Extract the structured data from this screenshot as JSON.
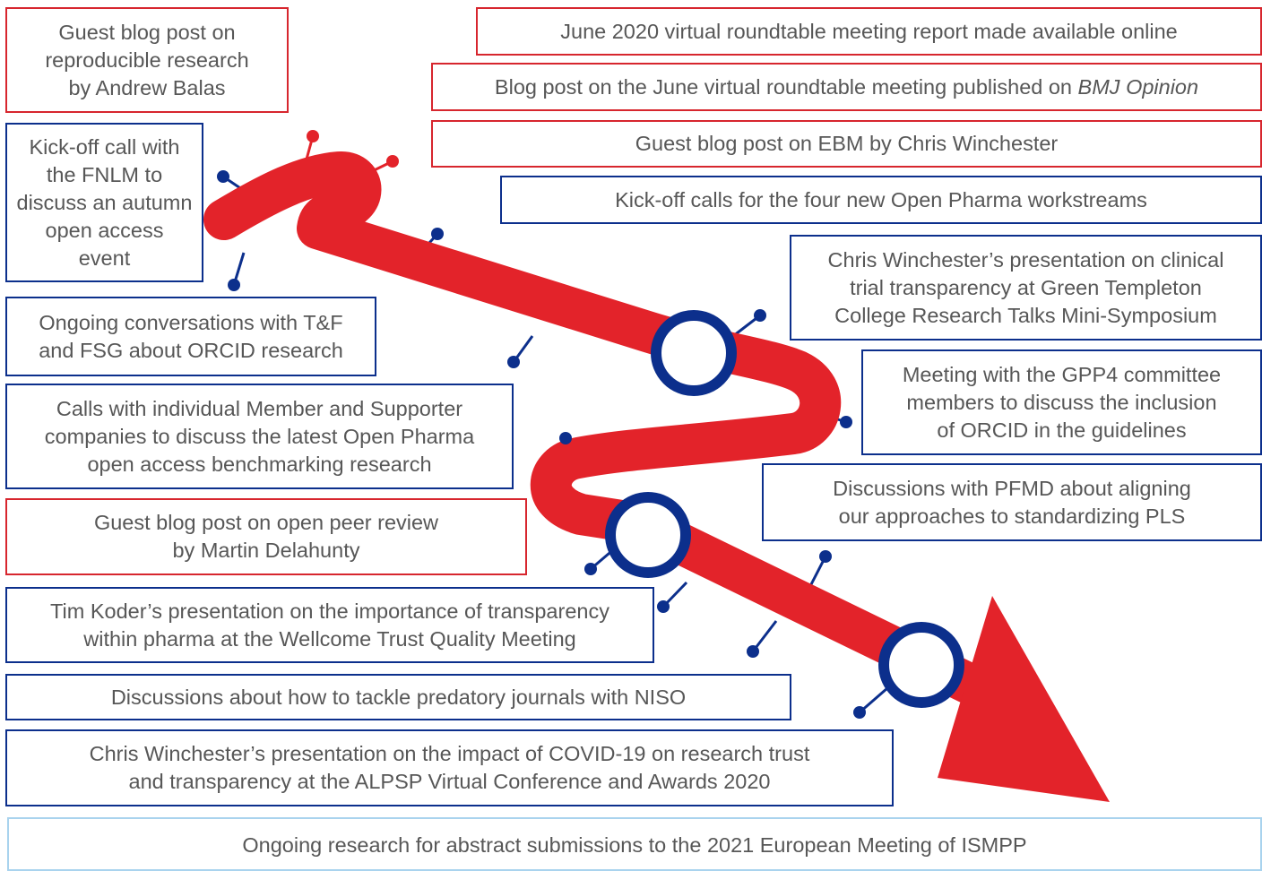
{
  "colors": {
    "arrow": "#e3232a",
    "milestone_ring": "#0c2f8c",
    "connector_blue": "#0c2f8c",
    "connector_red": "#e3232a",
    "border_red": "#d7262e",
    "border_blue": "#0c2f8c",
    "border_light_blue": "#a9d3ee",
    "text": "#575757"
  },
  "events": {
    "guest_blog_reproducible": "Guest blog post on\nreproducible research\nby Andrew Balas",
    "kickoff_fnlm": "Kick-off call with\nthe FNLM to\ndiscuss an autumn\nopen access\nevent",
    "orcid_conversations": "Ongoing conversations with T&F\nand FSG about ORCID research",
    "member_calls": "Calls with individual Member and Supporter\ncompanies to discuss the latest Open Pharma\nopen access benchmarking research",
    "guest_blog_peer_review": "Guest blog post on open peer review\nby Martin Delahunty",
    "tim_koder_presentation": "Tim Koder’s presentation on the importance of transparency\nwithin pharma at the Wellcome Trust Quality Meeting",
    "predatory_journals": "Discussions about how to tackle predatory journals with NISO",
    "alpsp_presentation": "Chris Winchester’s presentation on the impact of COVID-19 on research trust\nand transparency at the ALPSP Virtual Conference and Awards 2020",
    "ismpp_research": "Ongoing research for abstract submissions to the 2021 European Meeting of ISMPP",
    "june_report": "June 2020 virtual roundtable meeting report made available online",
    "june_blog_prefix": "Blog post on the June virtual roundtable meeting published on ",
    "june_blog_outlet": "BMJ Opinion",
    "guest_blog_ebm": "Guest blog post on EBM by Chris Winchester",
    "workstream_kickoff": "Kick-off calls for the four new Open Pharma workstreams",
    "green_templeton": "Chris Winchester’s presentation on clinical\ntrial transparency at Green Templeton\nCollege Research Talks Mini-Symposium",
    "gpp4_meeting": "Meeting with the GPP4 committee\nmembers to discuss the inclusion\nof ORCID in the guidelines",
    "pfmd_discussions": "Discussions with PFMD about aligning\nour approaches to standardizing PLS"
  }
}
